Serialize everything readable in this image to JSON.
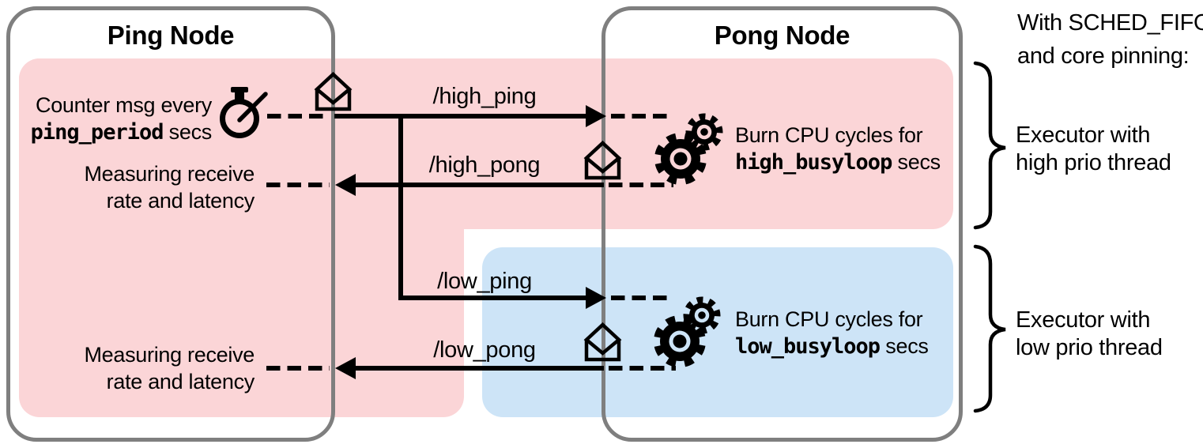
{
  "colors": {
    "high_priority_bg": "#fbd5d7",
    "low_priority_bg": "#cde4f7",
    "node_border": "#7f7f7f",
    "ink": "#000000"
  },
  "ping_node": {
    "title": "Ping Node",
    "counter_line1": "Counter msg every",
    "counter_param": "ping_period",
    "counter_suffix": "secs",
    "measure_high_line1": "Measuring receive",
    "measure_high_line2": "rate and latency",
    "measure_low_line1": "Measuring receive",
    "measure_low_line2": "rate and latency"
  },
  "pong_node": {
    "title": "Pong Node",
    "burn_high_line1": "Burn CPU cycles for",
    "burn_high_param": "high_busyloop",
    "burn_high_suffix": "secs",
    "burn_low_line1": "Burn CPU cycles for",
    "burn_low_param": "low_busyloop",
    "burn_low_suffix": "secs"
  },
  "topics": {
    "high_ping": "/high_ping",
    "high_pong": "/high_pong",
    "low_ping": "/low_ping",
    "low_pong": "/low_pong"
  },
  "annotations": {
    "header_line1": "With SCHED_FIFO",
    "header_line2": "and core pinning:",
    "executor_high_line1": "Executor with",
    "executor_high_line2": "high prio thread",
    "executor_low_line1": "Executor with",
    "executor_low_line2": "low prio thread"
  },
  "icons": {
    "stopwatch": "timer stopwatch",
    "envelope": "open envelope message",
    "gears": "cpu processing gears",
    "brace": "curly brace grouping"
  }
}
